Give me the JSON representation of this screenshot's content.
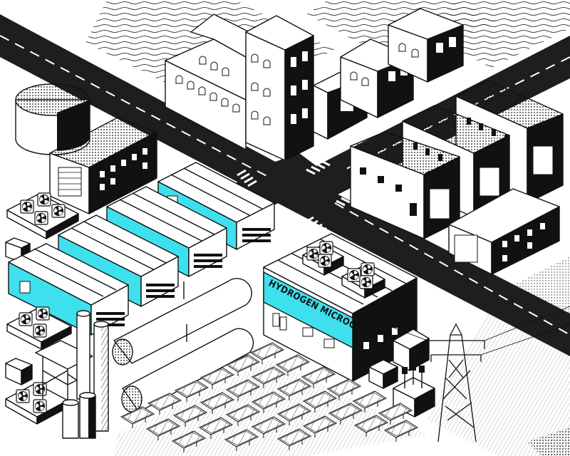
{
  "scene": {
    "sign_text": "HYDROGEN MICROGRID",
    "colors": {
      "background": "#ffffff",
      "ink": "#111111",
      "accent": "#3fe0ee",
      "road": "#1e1e1e",
      "road_marking": "#ffffff"
    },
    "elements": [
      "road-grid",
      "residential-buildings",
      "warehouses",
      "storage-tank",
      "hydrogen-electrolyzer-units",
      "hydrogen-storage-tanks",
      "hydrogen-microgrid-building",
      "solar-panel-array",
      "power-transmission-tower",
      "transformer",
      "cooling-fan-units"
    ]
  }
}
